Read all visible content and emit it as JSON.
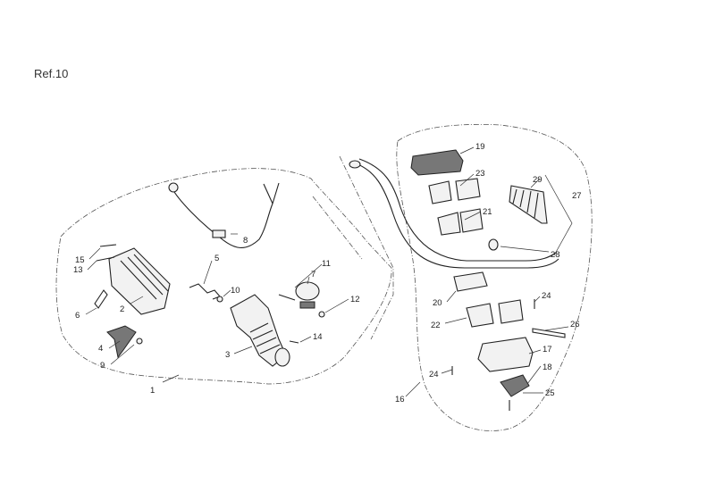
{
  "reference": "Ref.10",
  "callouts": {
    "n1": "1",
    "n2": "2",
    "n3": "3",
    "n4": "4",
    "n5": "5",
    "n6": "6",
    "n7": "7",
    "n8": "8",
    "n9": "9",
    "n10": "10",
    "n11": "11",
    "n12": "12",
    "n13": "13",
    "n14": "14",
    "n15": "15",
    "n16": "16",
    "n17": "17",
    "n18": "18",
    "n19": "19",
    "n20": "20",
    "n21": "21",
    "n22": "22",
    "n23": "23",
    "n24a": "24",
    "n24b": "24",
    "n25": "25",
    "n26": "26",
    "n27": "27",
    "n28": "28",
    "n29": "29"
  }
}
